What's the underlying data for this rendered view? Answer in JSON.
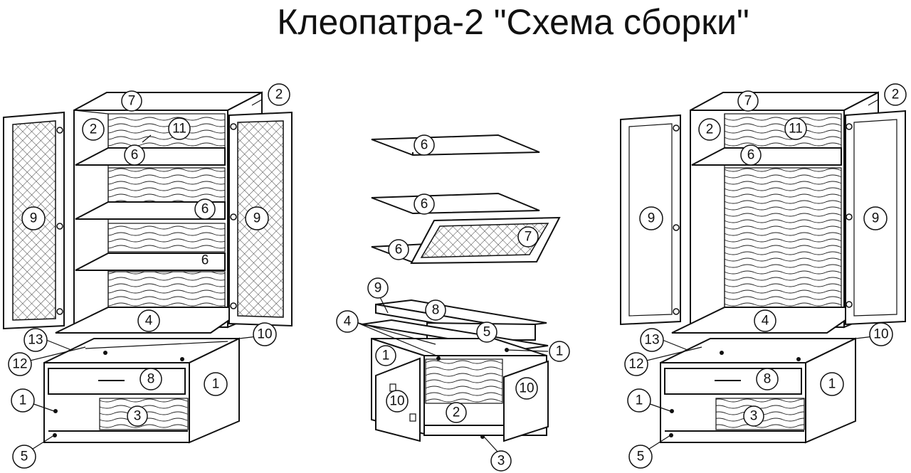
{
  "title": "Клеопатра-2 \"Схема сборки\"",
  "colors": {
    "line": "#111111",
    "background": "#ffffff"
  },
  "left_view": {
    "callouts": [
      "7",
      "2",
      "2",
      "11",
      "6",
      "6",
      "9",
      "9",
      "4",
      "13",
      "10",
      "12",
      "8",
      "1",
      "1",
      "3",
      "5"
    ],
    "plain_labels": [
      "6"
    ]
  },
  "center_view": {
    "callouts": [
      "6",
      "6",
      "6",
      "7",
      "9",
      "8",
      "4",
      "5",
      "1",
      "1",
      "10",
      "10",
      "2",
      "3"
    ]
  },
  "right_view": {
    "callouts": [
      "7",
      "2",
      "2",
      "11",
      "6",
      "9",
      "9",
      "4",
      "13",
      "10",
      "12",
      "8",
      "1",
      "1",
      "3",
      "5"
    ]
  }
}
